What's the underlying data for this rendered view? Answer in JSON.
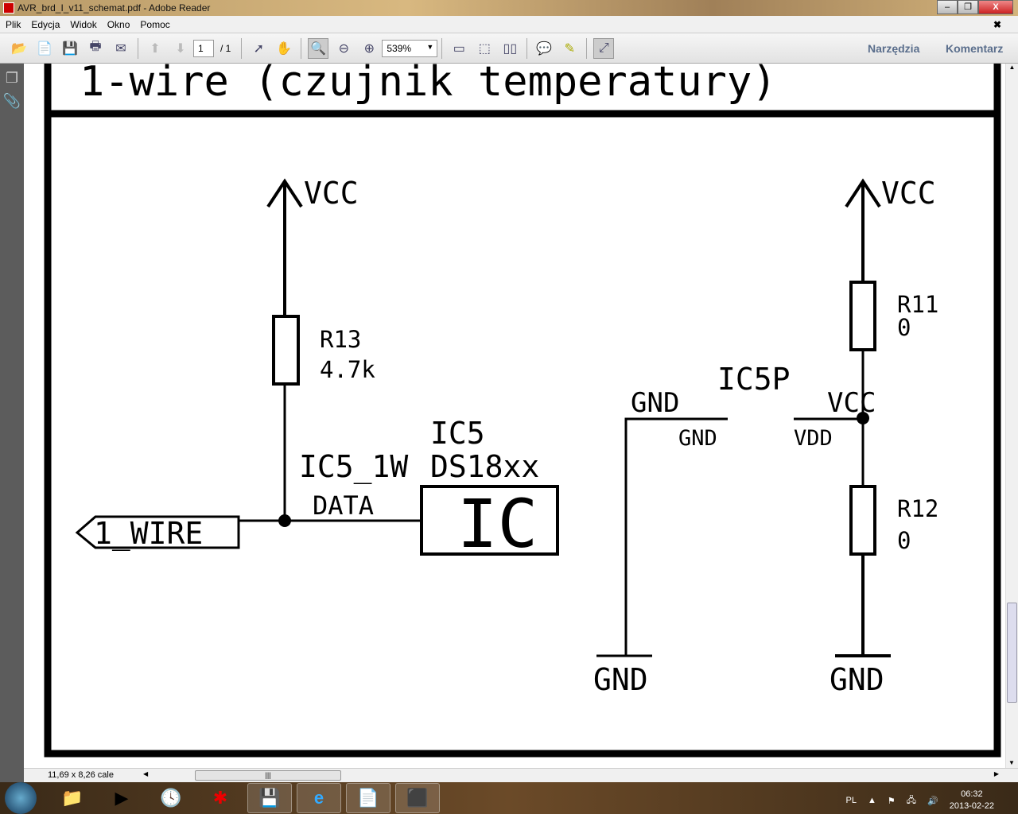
{
  "window": {
    "title": "AVR_brd_I_v11_schemat.pdf - Adobe Reader",
    "minimize": "–",
    "restore": "❐",
    "close": "X"
  },
  "menu": [
    "Plik",
    "Edycja",
    "Widok",
    "Okno",
    "Pomoc"
  ],
  "menu_close": "✖",
  "toolbar": {
    "page_current": "1",
    "page_total": "/ 1",
    "zoom": "539%",
    "tools_label": "Narzędzia",
    "comment_label": "Komentarz"
  },
  "status": {
    "page_size": "11,69 x 8,26 cale"
  },
  "schematic": {
    "title": "1-wire (czujnik temperatury)",
    "vcc_left": "VCC",
    "r13_name": "R13",
    "r13_value": "4.7k",
    "port": "1_WIRE",
    "net": "IC5_1W",
    "pin": "DATA",
    "ic_name": "IC5",
    "ic_value": "DS18xx",
    "ic_body": "IC",
    "vcc_right": "VCC",
    "r11_name": "R11",
    "r11_value": "0",
    "r12_name": "R12",
    "r12_value": "0",
    "ic5p": "IC5P",
    "gnd_net": "GND",
    "gnd_pin": "GND",
    "vcc_net": "VCC",
    "vdd_pin": "VDD",
    "gnd_left": "GND",
    "gnd_right": "GND"
  },
  "taskbar": {
    "lang": "PL",
    "time": "06:32",
    "date": "2013-02-22"
  }
}
